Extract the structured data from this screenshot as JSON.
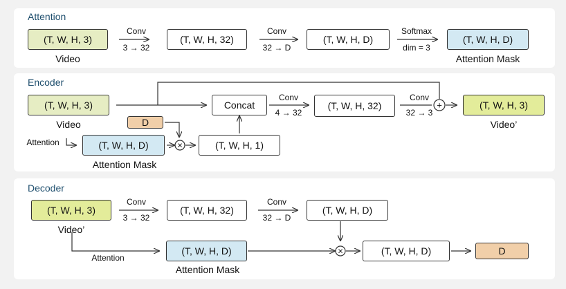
{
  "colors": {
    "green": "#e6edc3",
    "green_deep": "#e3ec9a",
    "blue": "#d3e9f3",
    "orange": "#f1cfa9",
    "title": "#1f4f6e"
  },
  "attention": {
    "title": "Attention",
    "video_box": "(T, W, H, 3)",
    "video_label": "Video",
    "conv1_label": "Conv",
    "conv1_sub": "3 → 32",
    "box2": "(T, W, H, 32)",
    "conv2_label": "Conv",
    "conv2_sub": "32 → D",
    "box3": "(T, W, H, D)",
    "softmax_label": "Softmax",
    "softmax_sub": "dim = 3",
    "mask_box": "(T, W, H, D)",
    "mask_label": "Attention Mask"
  },
  "encoder": {
    "title": "Encoder",
    "video_box": "(T, W, H, 3)",
    "video_label": "Video",
    "concat_box": "Concat",
    "conv1_label": "Conv",
    "conv1_sub": "4 → 32",
    "box_32": "(T, W, H, 32)",
    "conv2_label": "Conv",
    "conv2_sub": "32 → 3",
    "out_box": "(T, W, H, 3)",
    "out_label": "Video’",
    "d_box": "D",
    "attention_label": "Attention",
    "mask_box": "(T, W, H, D)",
    "mask_label": "Attention Mask",
    "box_1": "(T, W, H, 1)",
    "multiply_symbol": "×",
    "add_symbol": "+"
  },
  "decoder": {
    "title": "Decoder",
    "video_box": "(T, W, H, 3)",
    "video_label": "Video’",
    "conv1_label": "Conv",
    "conv1_sub": "3 → 32",
    "box2": "(T, W, H, 32)",
    "conv2_label": "Conv",
    "conv2_sub": "32 → D",
    "box3": "(T, W, H, D)",
    "attention_label": "Attention",
    "mask_box": "(T, W, H, D)",
    "mask_label": "Attention Mask",
    "box_out": "(T, W, H, D)",
    "d_box": "D",
    "multiply_symbol": "×"
  }
}
